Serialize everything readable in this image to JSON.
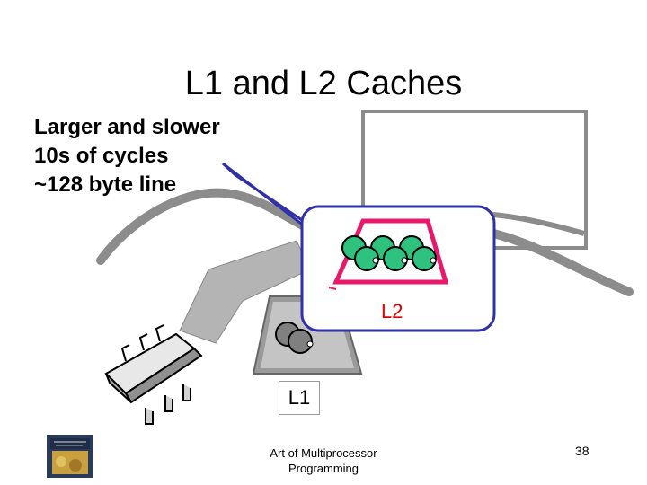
{
  "slide": {
    "title": "L1 and L2 Caches",
    "bullets": [
      "Larger and slower",
      "10s of cycles",
      "~128 byte line"
    ],
    "l2_label": "L2",
    "l1_label": "L1",
    "footer_line1": "Art of Multiprocessor",
    "footer_line2": "Programming",
    "page_number": "38"
  },
  "colors": {
    "l2_highlight": "#3030a8",
    "l2_box": "#e8186a",
    "cache_line_green": "#2ec27e",
    "chip_gray": "#b0b0b0",
    "bus_gray": "#8c8c8c"
  }
}
